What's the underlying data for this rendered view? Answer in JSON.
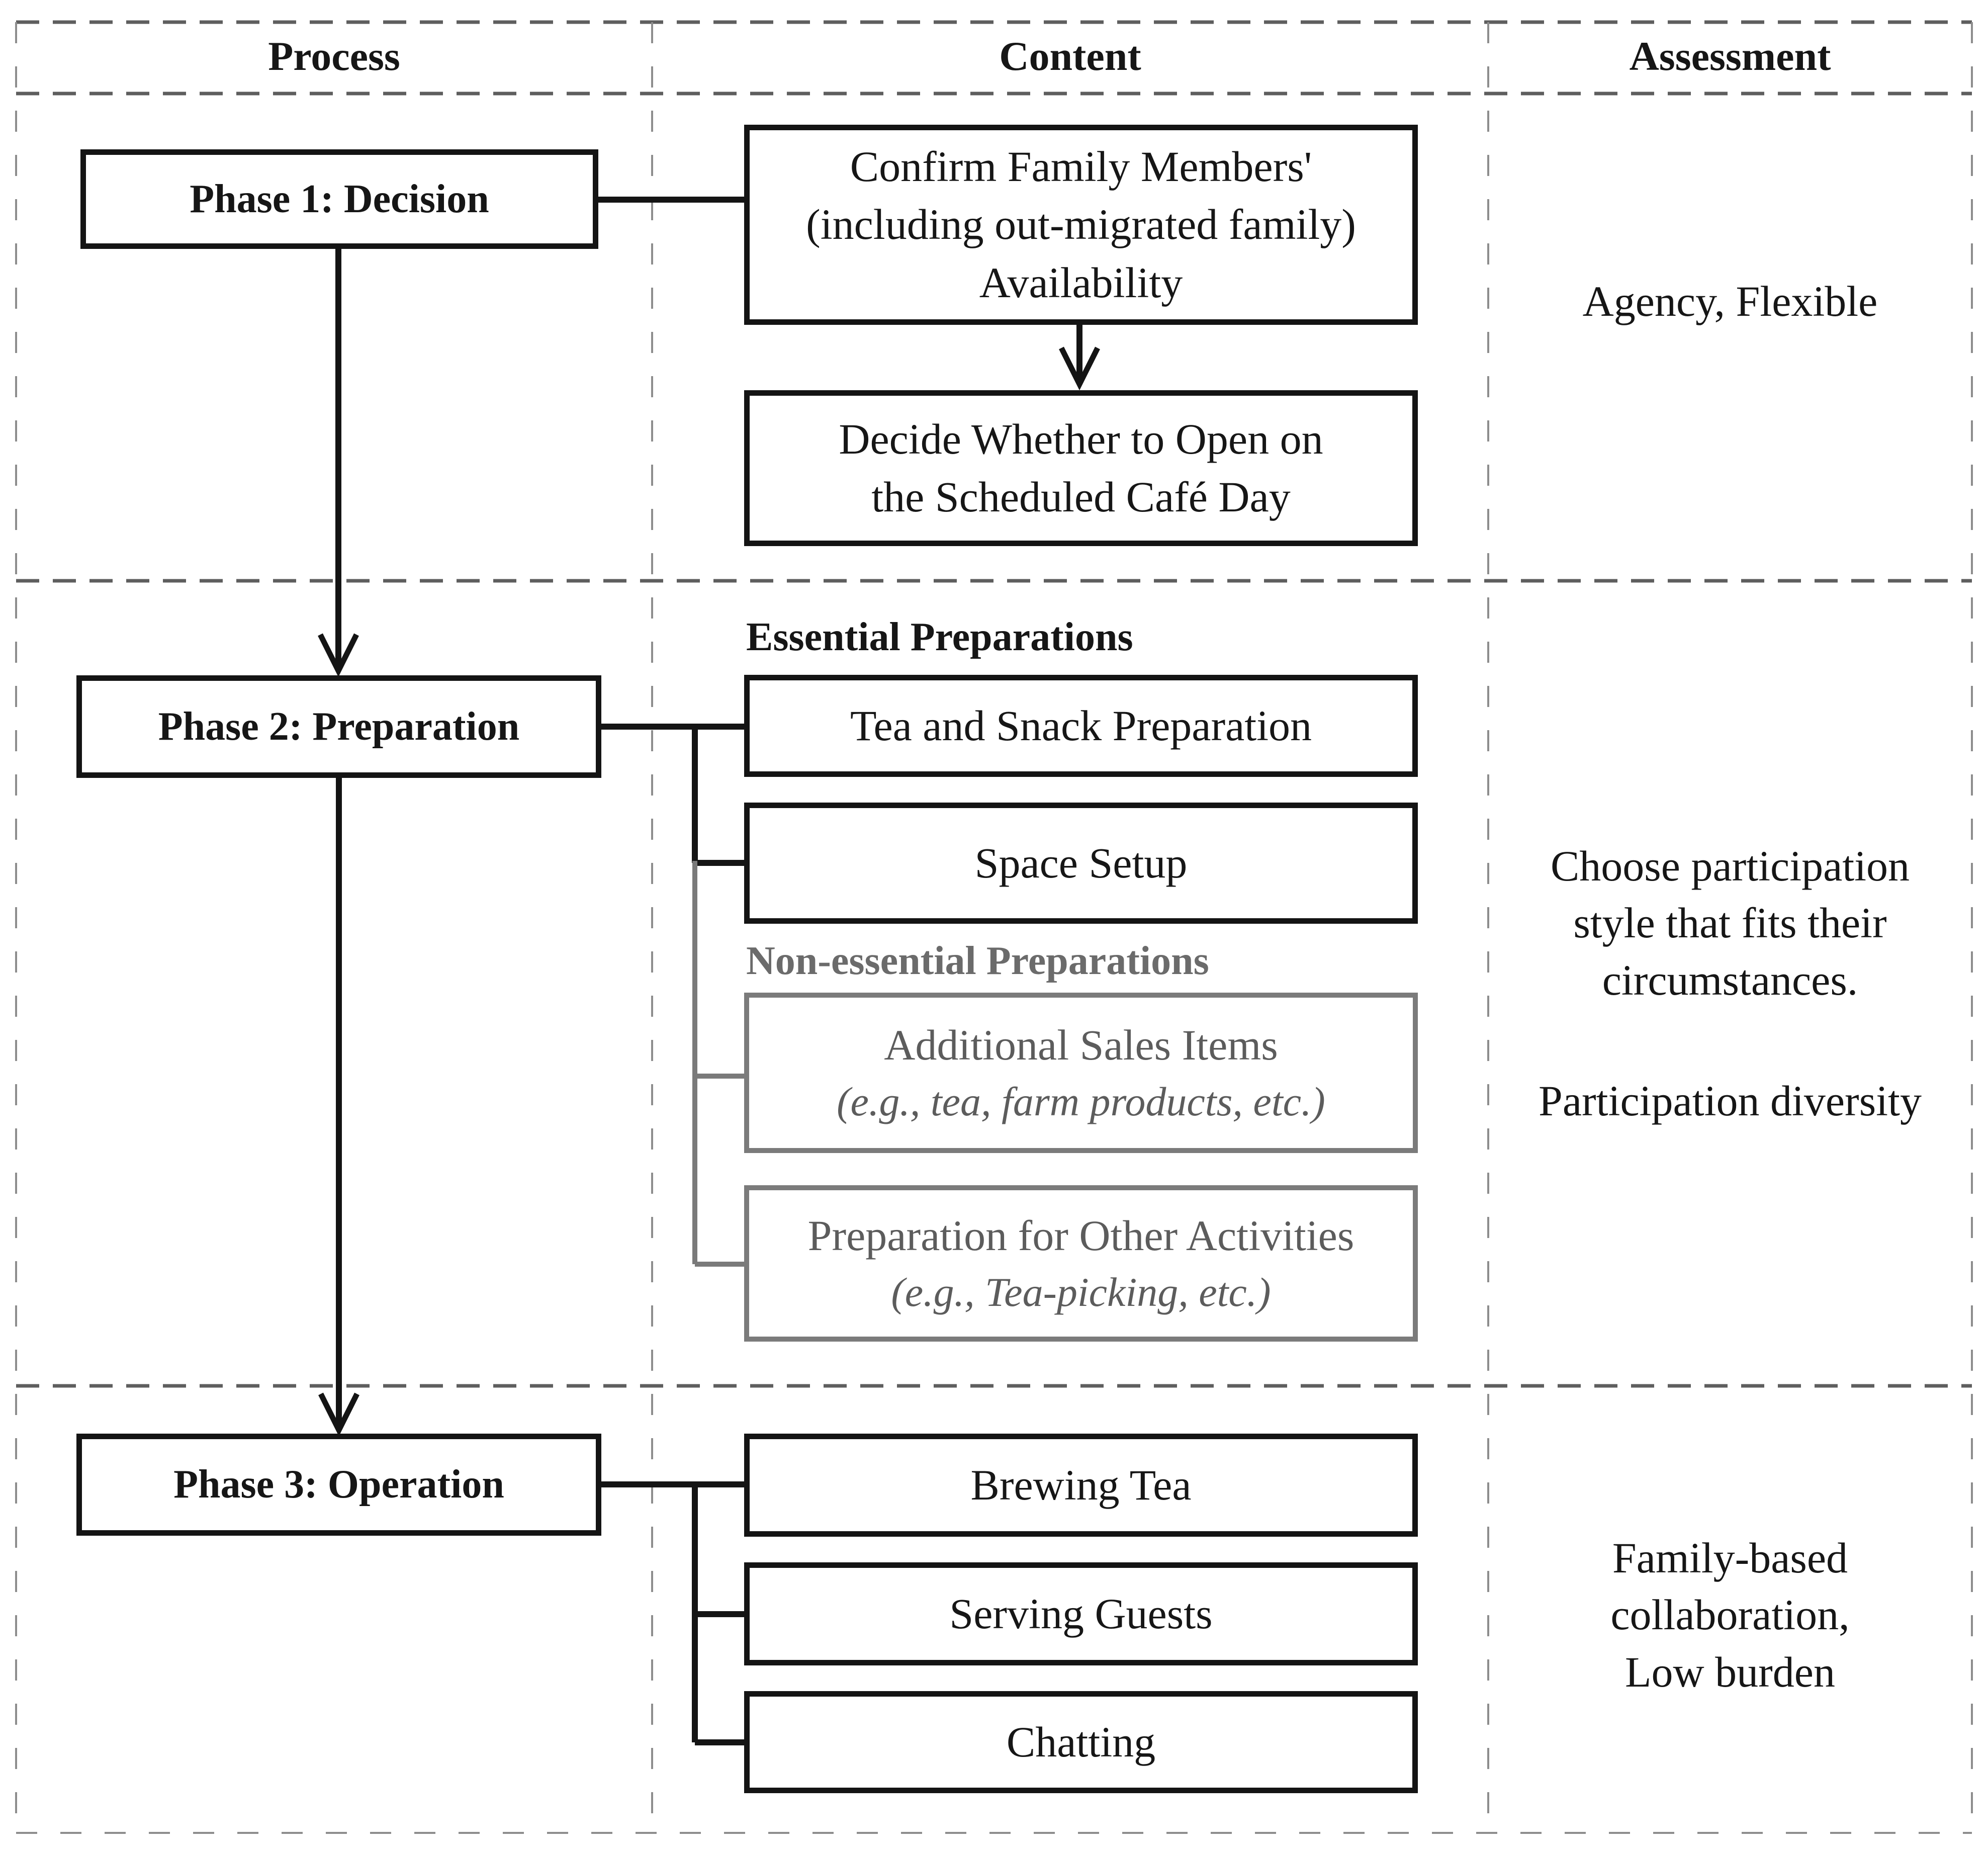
{
  "columns": {
    "process": "Process",
    "content": "Content",
    "assessment": "Assessment"
  },
  "process": {
    "phase1": "Phase 1: Decision",
    "phase2": "Phase 2: Preparation",
    "phase3": "Phase 3: Operation"
  },
  "content": {
    "phase1_box1": "Confirm Family Members'\n(including out-migrated family)\nAvailability",
    "phase1_box2": "Decide Whether to Open on\nthe Scheduled Café Day",
    "essential_label": "Essential Preparations",
    "essential_box1": "Tea and Snack Preparation",
    "essential_box2": "Space Setup",
    "nonessential_label": "Non-essential Preparations",
    "nonessential_box1_title": "Additional Sales Items",
    "nonessential_box1_note": "(e.g., tea, farm products, etc.)",
    "nonessential_box2_title": "Preparation for Other Activities",
    "nonessential_box2_note": "(e.g., Tea-picking, etc.)",
    "phase3_box1": "Brewing Tea",
    "phase3_box2": "Serving Guests",
    "phase3_box3": "Chatting"
  },
  "assessment": {
    "phase1": "Agency, Flexible",
    "phase2_main": "Choose participation\nstyle that fits their\ncircumstances.",
    "phase2_secondary": "Participation diversity",
    "phase3": "Family-based\ncollaboration,\nLow burden"
  },
  "colors": {
    "line_black": "#141414",
    "line_gray": "#7a7a7a",
    "dash_dark": "#5e5e5e",
    "dash_light": "#8d8d8d",
    "text_black": "#161616",
    "text_gray": "#5c5c5c"
  }
}
